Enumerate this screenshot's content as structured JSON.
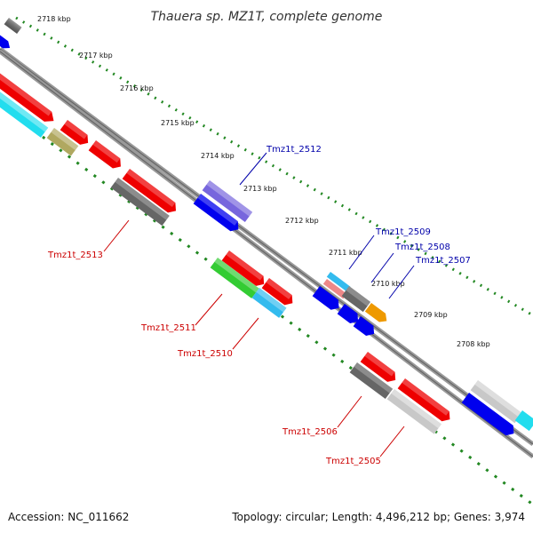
{
  "title": "Thauera sp. MZ1T, complete genome",
  "footer": {
    "accession": "Accession: NC_011662",
    "info": "Topology: circular; Length: 4,496,212 bp; Genes: 3,974"
  },
  "ticks": [
    "2718 kbp",
    "2717 kbp",
    "2716 kbp",
    "2715 kbp",
    "2714 kbp",
    "2713 kbp",
    "2712 kbp",
    "2711 kbp",
    "2710 kbp",
    "2709 kbp",
    "2708 kbp"
  ],
  "gene_labels": [
    {
      "id": "Tmz1t_2512",
      "color": "#0000aa"
    },
    {
      "id": "Tmz1t_2509",
      "color": "#0000aa"
    },
    {
      "id": "Tmz1t_2508",
      "color": "#0000aa"
    },
    {
      "id": "Tmz1t_2507",
      "color": "#0000aa"
    },
    {
      "id": "Tmz1t_2513",
      "color": "#cc0000"
    },
    {
      "id": "Tmz1t_2511",
      "color": "#cc0000"
    },
    {
      "id": "Tmz1t_2510",
      "color": "#cc0000"
    },
    {
      "id": "Tmz1t_2506",
      "color": "#cc0000"
    },
    {
      "id": "Tmz1t_2505",
      "color": "#cc0000"
    }
  ],
  "colors": {
    "backbone": "#888888",
    "tick_dots": "#228822",
    "red": "#ee0000",
    "blue": "#0000ee",
    "cyan": "#22ddee",
    "gray": "#666666",
    "lightgray": "#c8c8c8",
    "olive": "#b0a860",
    "purple": "#7766dd",
    "green": "#33cc33",
    "pink": "#ee8888",
    "orange": "#ee9900",
    "skyblue": "#33bbee"
  }
}
